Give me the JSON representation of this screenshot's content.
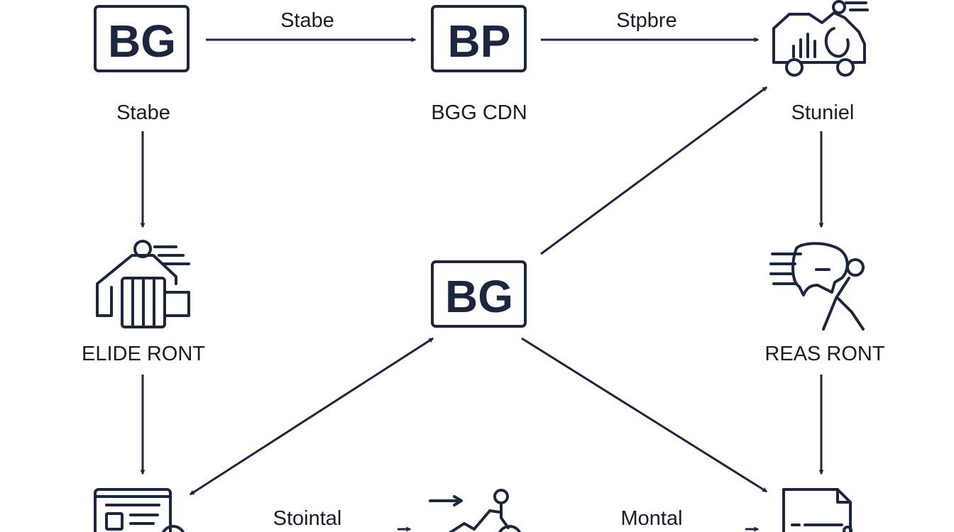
{
  "colors": {
    "ink": "#1b2740",
    "text": "#151c2c",
    "background": "#ffffff"
  },
  "nodes": {
    "bg_top": {
      "box_text": "BG",
      "label": "Stabe"
    },
    "bp_top": {
      "box_text": "BP",
      "label": "BGG CDN"
    },
    "van": {
      "icon": "delivery-van-icon",
      "label": "Stuniel"
    },
    "warehouse": {
      "icon": "warehouse-icon",
      "label": "ELIDE RONT"
    },
    "bg_center": {
      "box_text": "BG"
    },
    "runner": {
      "icon": "runner-head-icon",
      "label": "REAS RONT"
    },
    "browser": {
      "icon": "browser-window-icon"
    },
    "growth": {
      "icon": "growth-chart-icon"
    },
    "document": {
      "icon": "document-icon"
    }
  },
  "edges": {
    "bg_to_bp": "Stabe",
    "bp_to_van": "Stpbre",
    "browser_to_growth": "Stointal",
    "growth_to_document": "Montal"
  }
}
